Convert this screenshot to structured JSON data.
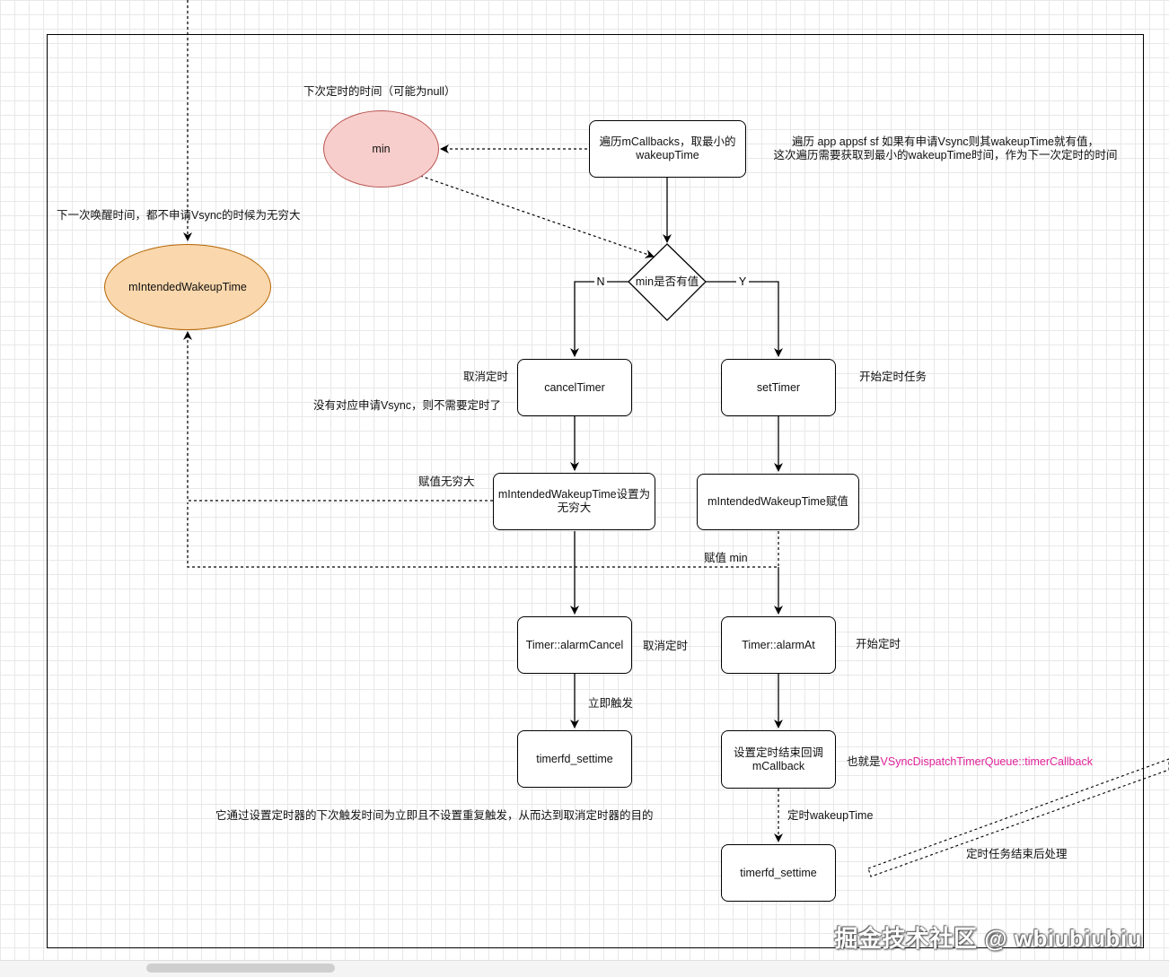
{
  "diagram": {
    "nodes": {
      "min": "min",
      "intended_wakeup": "mIntendedWakeupTime",
      "iterate_callbacks": "遍历mCallbacks，取最小的wakeupTime",
      "decision": "min是否有值",
      "cancel_timer": "cancelTimer",
      "set_timer": "setTimer",
      "assign_infinite": "mIntendedWakeupTime设置为无穷大",
      "assign_value": "mIntendedWakeupTime赋值",
      "alarm_cancel": "Timer::alarmCancel",
      "alarm_at": "Timer::alarmAt",
      "settime_left": "timerfd_settime",
      "set_callback": "设置定时结束回调mCallback",
      "settime_right": "timerfd_settime"
    },
    "edge_labels": {
      "no": "N",
      "yes": "Y",
      "assign_min": "赋值 min",
      "trigger_now": "立即触发",
      "timed_wakeup": "定时wakeupTime",
      "timer_end": "定时任务结束后处理"
    },
    "annotations": {
      "next_time": "下次定时的时间（可能为null）",
      "iterate_note_1": "遍历 app appsf sf 如果有申请Vsync则其wakeupTime就有值，",
      "iterate_note_2": "这次遍历需要获取到最小的wakeupTime时间，作为下一次定时的时间",
      "next_wakeup_note": "下一次唤醒时间，都不申请Vsync的时候为无穷大",
      "cancel_timer_note": "取消定时",
      "no_vsync_note": "没有对应申请Vsync，则不需要定时了",
      "start_timer_note": "开始定时任务",
      "assign_infinite_note": "赋值无穷大",
      "cancel_note": "取消定时",
      "start_note": "开始定时",
      "callback_prefix": "也就是",
      "callback_name": "VSyncDispatchTimerQueue::timerCallback",
      "bottom_note": "它通过设置定时器的下次触发时间为立即且不设置重复触发，从而达到取消定时器的目的"
    }
  },
  "watermark": "掘金技术社区 @ wbiubiubiu",
  "colors": {
    "min_fill": "#f8cecc",
    "min_stroke": "#b85450",
    "wakeup_fill": "#fad7ac",
    "wakeup_stroke": "#b46504",
    "callback_text": "#e0229a",
    "line": "#000000"
  }
}
